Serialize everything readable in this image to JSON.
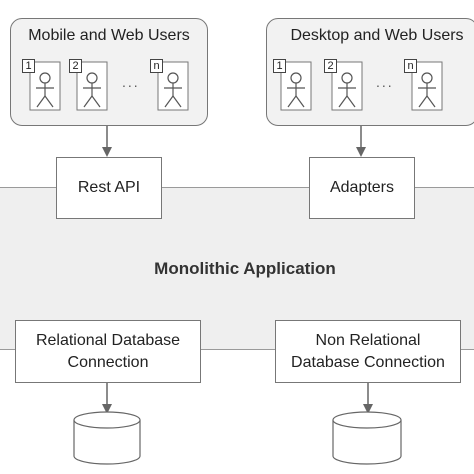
{
  "groups": {
    "mobile_web_title": "Mobile and Web Users",
    "desktop_web_title": "Desktop and Web Users"
  },
  "user_labels": {
    "first": "1",
    "second": "2",
    "last": "n",
    "ellipsis": "..."
  },
  "components": {
    "rest_api": "Rest API",
    "adapters": "Adapters",
    "app_title": "Monolithic Application",
    "relational_db_line1": "Relational Database",
    "relational_db_line2": "Connection",
    "non_relational_line1": "Non Relational",
    "non_relational_line2": "Database Connection"
  },
  "colors": {
    "stroke": "#777777",
    "band": "#efefef",
    "group_fill": "#f2f2f2"
  },
  "icons": [
    "user-icon",
    "database-icon",
    "arrow-down-icon"
  ]
}
